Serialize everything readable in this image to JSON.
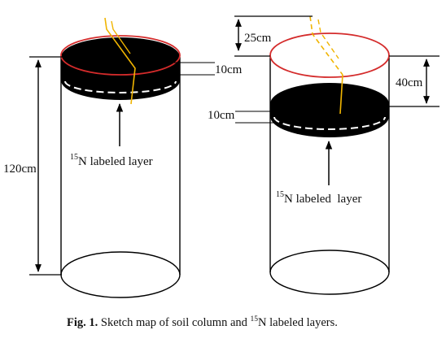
{
  "colors": {
    "ink": "#000000",
    "rim": "#d42b2b",
    "probe": "#f0b400",
    "dash": "#ffffff"
  },
  "left_column": {
    "depth_label": "120cm",
    "layer_thickness_label": "10cm",
    "layer_label": {
      "sup": "15",
      "text": "N labeled layer"
    }
  },
  "right_column": {
    "upper_gap_label": "25cm",
    "depth_label": "40cm",
    "layer_thickness_label": "10cm",
    "layer_label": {
      "sup": "15",
      "text": "N labeled  layer"
    }
  },
  "caption": {
    "fig": "Fig. 1.",
    "text_before": " Sketch map of soil column and ",
    "sup": "15",
    "text_after": "N labeled layers."
  }
}
